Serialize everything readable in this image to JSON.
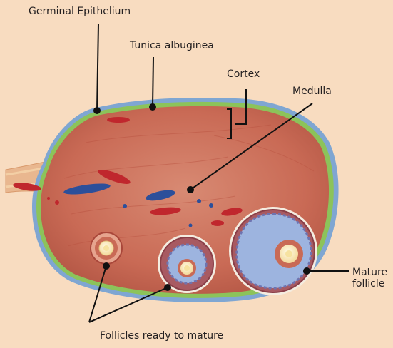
{
  "labels": {
    "germinal_epithelium": "Germinal Epithelium",
    "tunica_albuginea": "Tunica albuginea",
    "cortex": "Cortex",
    "medulla": "Medulla",
    "mature_follicle_line1": "Mature",
    "mature_follicle_line2": "follicle",
    "follicles_ready": "Follicles ready to mature"
  },
  "colors": {
    "background": "#f8dcc0",
    "stroma": "#c96a55",
    "capsule_green": "#8cc35a",
    "capsule_blue": "#7fa6d2",
    "follicle_fluid": "#9db4df",
    "oocyte": "#fbeec0",
    "vessel_red": "#c0272d",
    "vessel_blue": "#2c4f9a",
    "leader_line": "#111111"
  }
}
